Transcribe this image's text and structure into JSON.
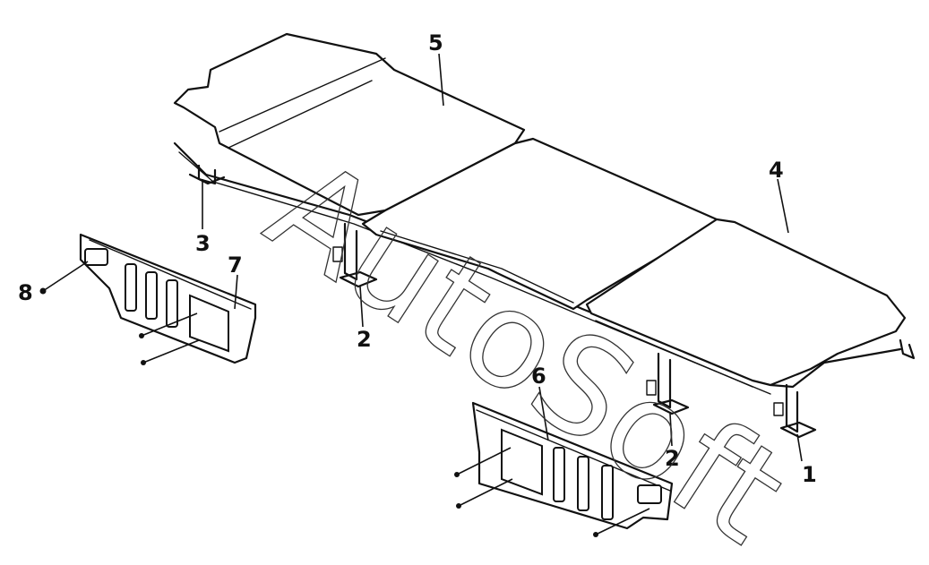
{
  "diagram": {
    "callouts": [
      "1",
      "2",
      "2",
      "3",
      "4",
      "5",
      "6",
      "7",
      "8"
    ],
    "watermark": "AutoSoft"
  }
}
